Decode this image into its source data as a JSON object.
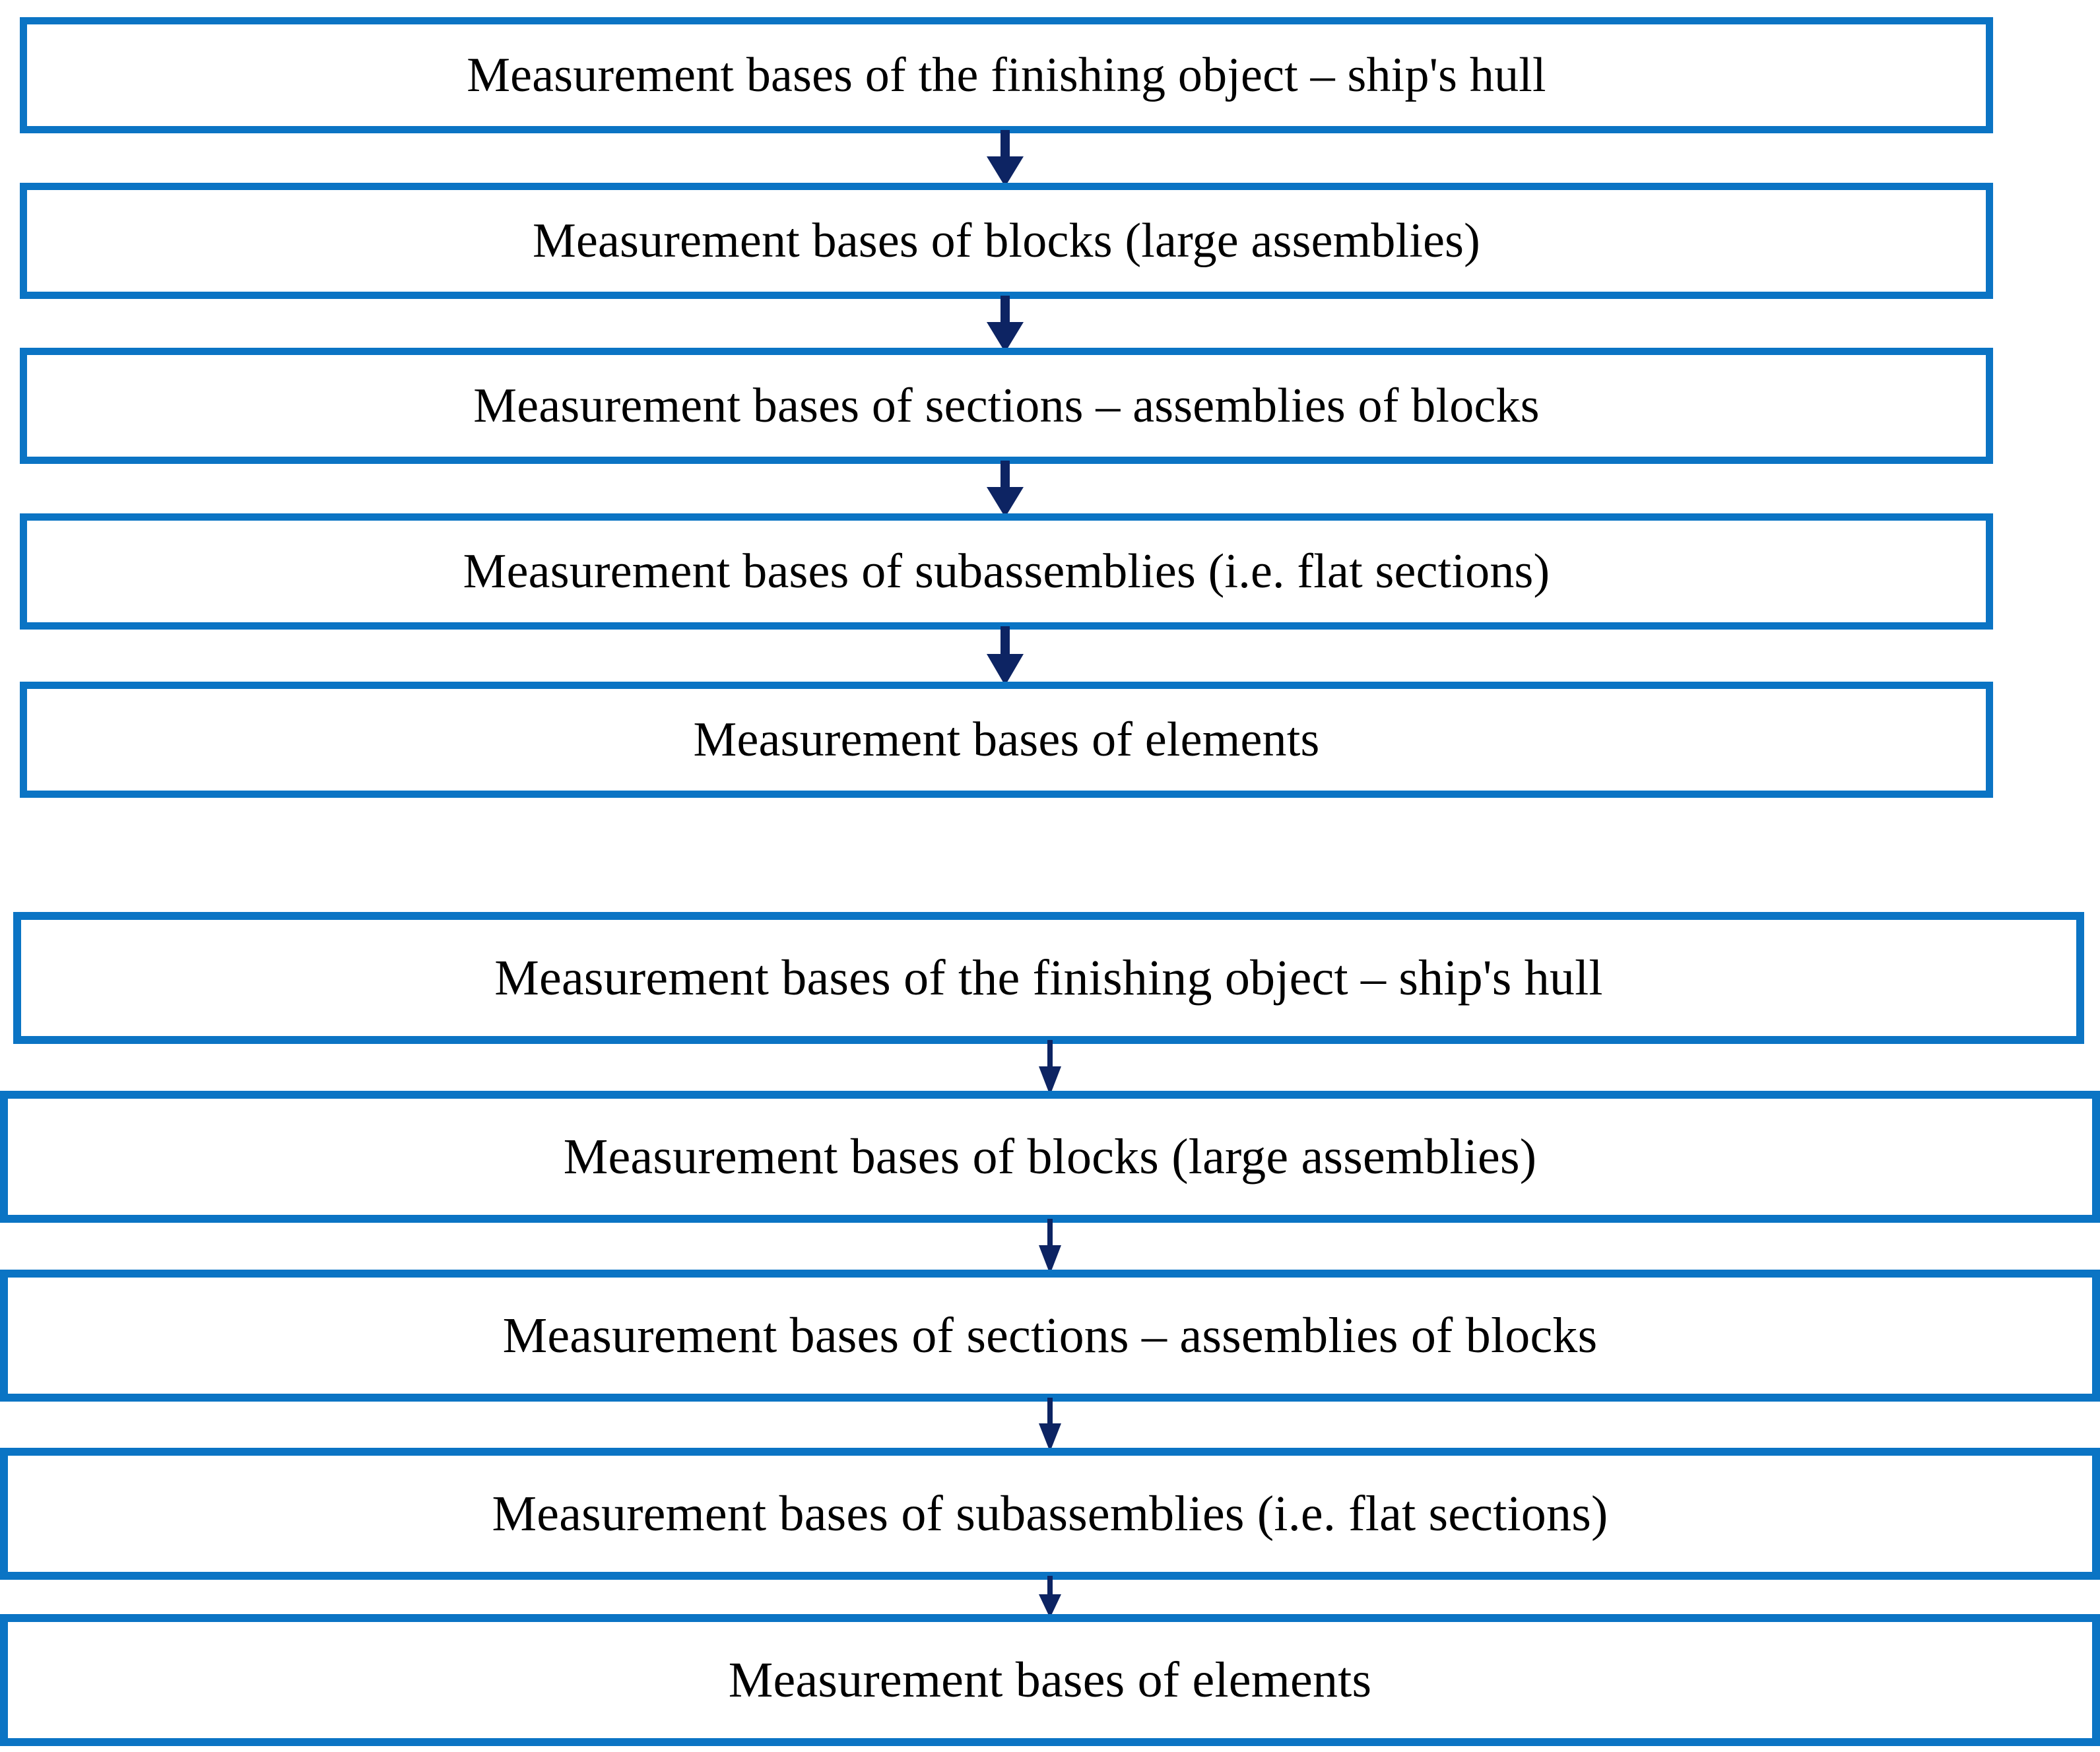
{
  "diagram": {
    "title": "Measurement bases hierarchy flowchart",
    "colors": {
      "box_border": "#0b74c4",
      "arrow": "#0d2463",
      "text": "#000000",
      "background": "#ffffff"
    },
    "groups": [
      {
        "id": "group-1",
        "name": "measurement-bases-flow-top",
        "arrow_style": "thick",
        "boxes": [
          {
            "label": "Measurement bases of the finishing object – ship's hull"
          },
          {
            "label": "Measurement bases of blocks (large assemblies)"
          },
          {
            "label": "Measurement bases of sections – assemblies of blocks"
          },
          {
            "label": "Measurement bases of subassemblies (i.e. flat sections)"
          },
          {
            "label": "Measurement bases of elements"
          }
        ],
        "arrows": [
          {
            "name": "arrow-down-icon",
            "direction": "down"
          },
          {
            "name": "arrow-down-icon",
            "direction": "down"
          },
          {
            "name": "arrow-down-icon",
            "direction": "down"
          },
          {
            "name": "arrow-down-icon",
            "direction": "down"
          }
        ]
      },
      {
        "id": "group-2",
        "name": "measurement-bases-flow-bottom",
        "arrow_style": "thin",
        "boxes": [
          {
            "label": "Measurement bases of the finishing object – ship's hull"
          },
          {
            "label": "Measurement bases of blocks (large assemblies)"
          },
          {
            "label": "Measurement bases of sections – assemblies of blocks"
          },
          {
            "label": "Measurement bases of subassemblies (i.e. flat sections)"
          },
          {
            "label": "Measurement bases of elements"
          }
        ],
        "arrows": [
          {
            "name": "arrow-down-icon",
            "direction": "down"
          },
          {
            "name": "arrow-down-icon",
            "direction": "down"
          },
          {
            "name": "arrow-down-icon",
            "direction": "down"
          },
          {
            "name": "arrow-down-icon",
            "direction": "down"
          }
        ]
      }
    ]
  }
}
